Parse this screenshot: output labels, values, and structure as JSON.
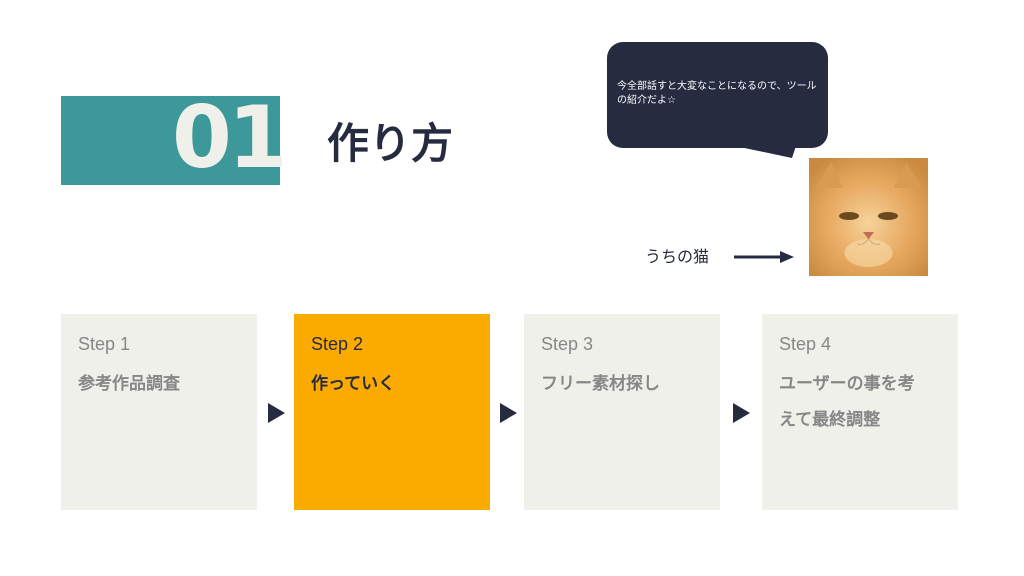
{
  "header": {
    "number": "01",
    "title": "作り方"
  },
  "bubble": {
    "text": "今全部話すと大変なことになるので、ツールの紹介だよ☆"
  },
  "cat": {
    "label": "うちの猫",
    "photo": "cat-photo"
  },
  "steps": [
    {
      "label": "Step 1",
      "desc": "参考作品調査",
      "active": false
    },
    {
      "label": "Step 2",
      "desc": "作っていく",
      "active": true
    },
    {
      "label": "Step 3",
      "desc": "フリー素材探し",
      "active": false
    },
    {
      "label": "Step 4",
      "desc": "ユーザーの事を考えて最終調整",
      "active": false
    }
  ],
  "colors": {
    "teal": "#3d9899",
    "navy": "#262b40",
    "orange": "#fbaa00",
    "panel": "#f0f0eb",
    "muted": "#878787"
  }
}
